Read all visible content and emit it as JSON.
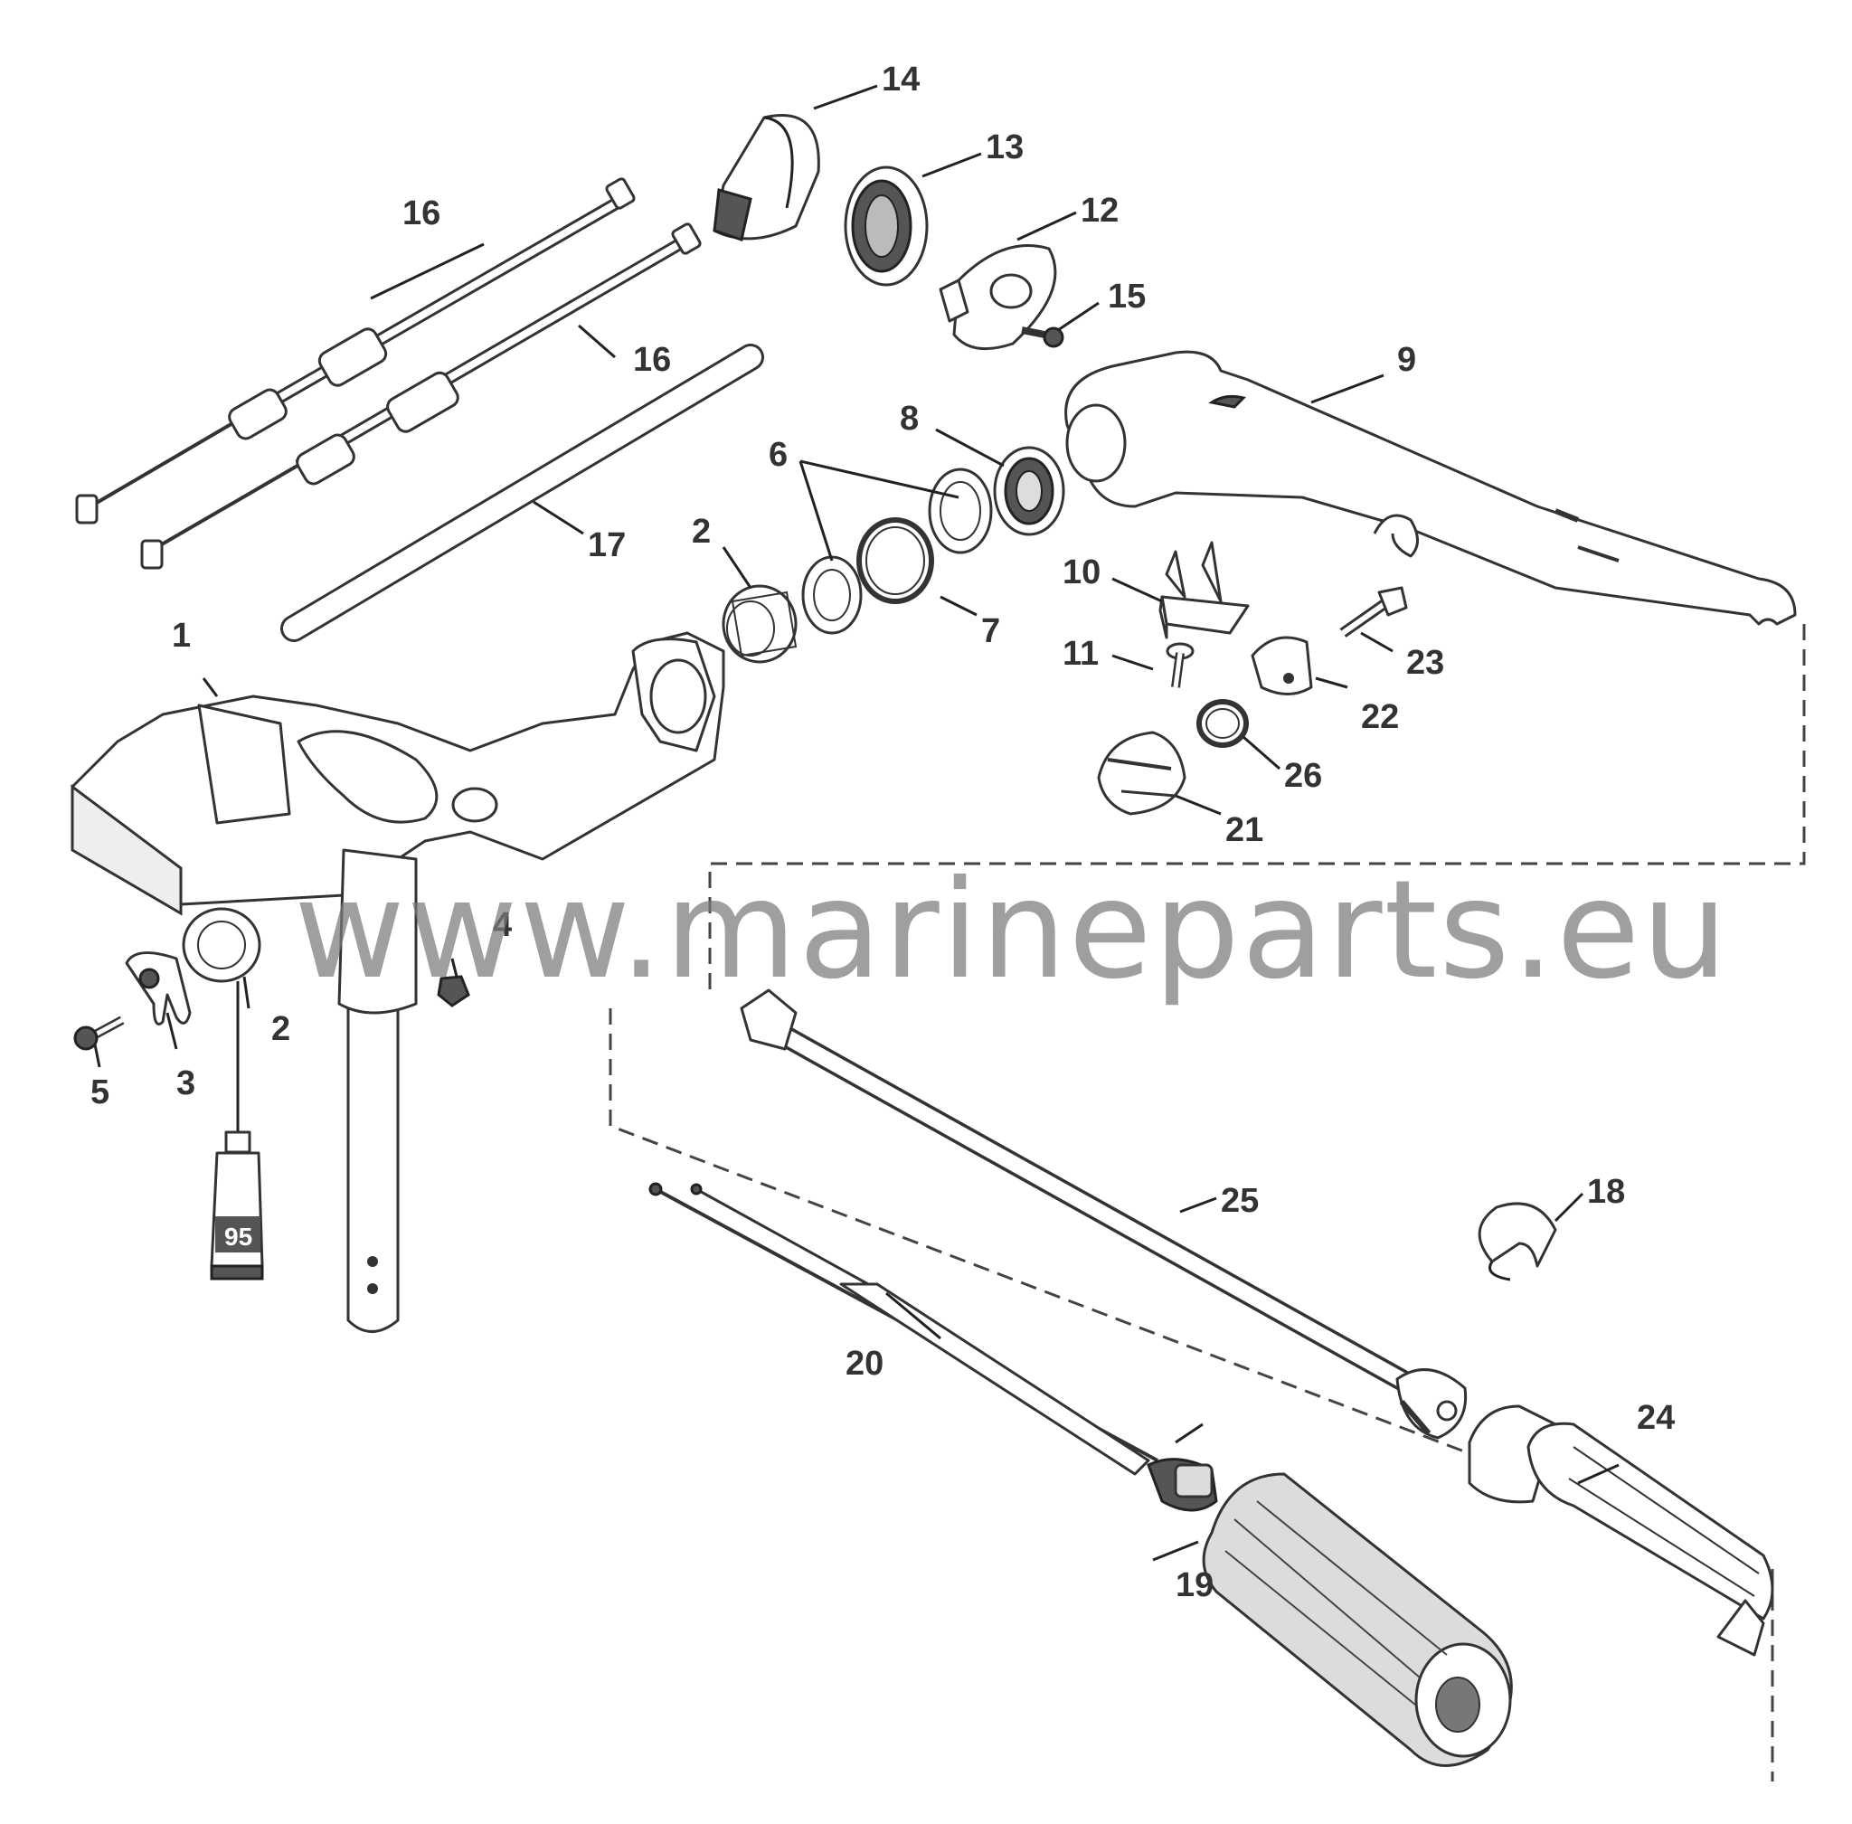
{
  "watermark": "www.marineparts.eu",
  "tube_label": "95",
  "callouts": {
    "c1": "1",
    "c2a": "2",
    "c2b": "2",
    "c3": "3",
    "c4": "4",
    "c5": "5",
    "c6": "6",
    "c7": "7",
    "c8": "8",
    "c9": "9",
    "c10": "10",
    "c11": "11",
    "c12": "12",
    "c13": "13",
    "c14": "14",
    "c15": "15",
    "c16a": "16",
    "c16b": "16",
    "c17": "17",
    "c18": "18",
    "c19": "19",
    "c20": "20",
    "c21": "21",
    "c22": "22",
    "c23": "23",
    "c24": "24",
    "c25": "25",
    "c26": "26"
  }
}
